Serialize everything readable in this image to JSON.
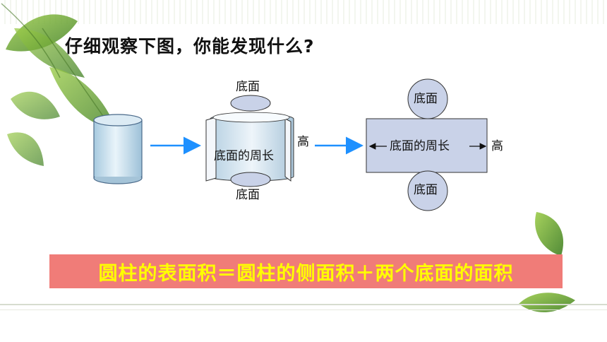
{
  "question": "仔细观察下图，你能发现什么?",
  "labels": {
    "base_top_mid": "底面",
    "base_bottom_mid": "底面",
    "height_mid": "高",
    "circumference_mid": "底面的周长",
    "base_top_right": "底面",
    "base_bottom_right": "底面",
    "circumference_right": "底面的周长",
    "height_right": "高"
  },
  "formula": "圆柱的表面积＝圆柱的侧面积＋两个底面的面积",
  "colors": {
    "banner": "#f07c78",
    "formula_text": "#ffff00",
    "arrow": "#1e90ff",
    "shape_fill": "#c9d2e8"
  }
}
